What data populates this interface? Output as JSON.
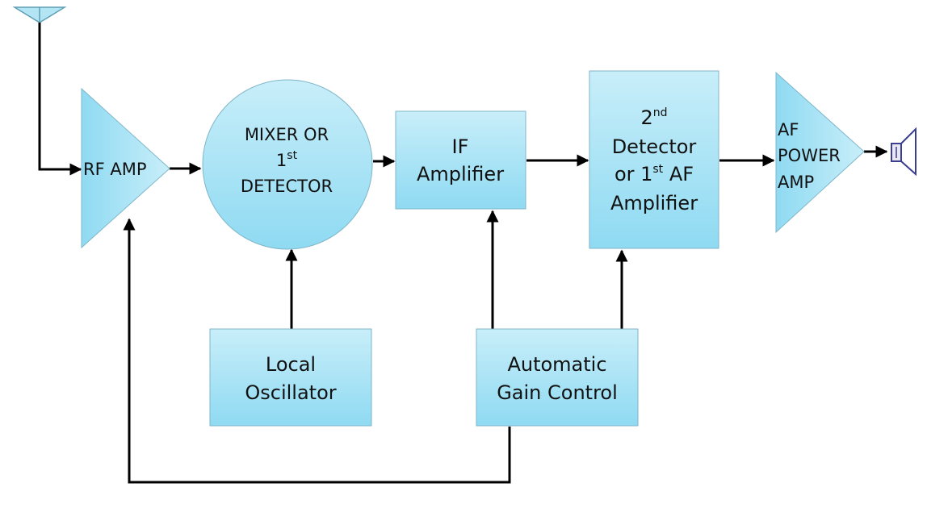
{
  "colors": {
    "block_fill_top": "#c8eef9",
    "block_fill_bottom": "#8fdaf2",
    "block_stroke": "#7fb6c9",
    "wire": "#000000",
    "speaker": "#3b3f8f"
  },
  "blocks": {
    "rf_amp": {
      "label": "RF AMP"
    },
    "mixer": {
      "line1": "MIXER OR",
      "line2_num": "1",
      "line2_sup": "st",
      "line3": "DETECTOR"
    },
    "if_amp": {
      "line1": "IF",
      "line2": "Amplifier"
    },
    "second_detector": {
      "line1_num": "2",
      "line1_sup": "nd",
      "line2": "Detector",
      "line3_pre": "or 1",
      "line3_sup": "st",
      "line3_post": " AF",
      "line4": "Amplifier"
    },
    "af_power_amp": {
      "line1": "AF",
      "line2": "POWER",
      "line3": "AMP"
    },
    "local_oscillator": {
      "line1": "Local",
      "line2": "Oscillator"
    },
    "agc": {
      "line1": "Automatic",
      "line2": "Gain Control"
    }
  },
  "icons": [
    "antenna-icon",
    "speaker-icon"
  ]
}
